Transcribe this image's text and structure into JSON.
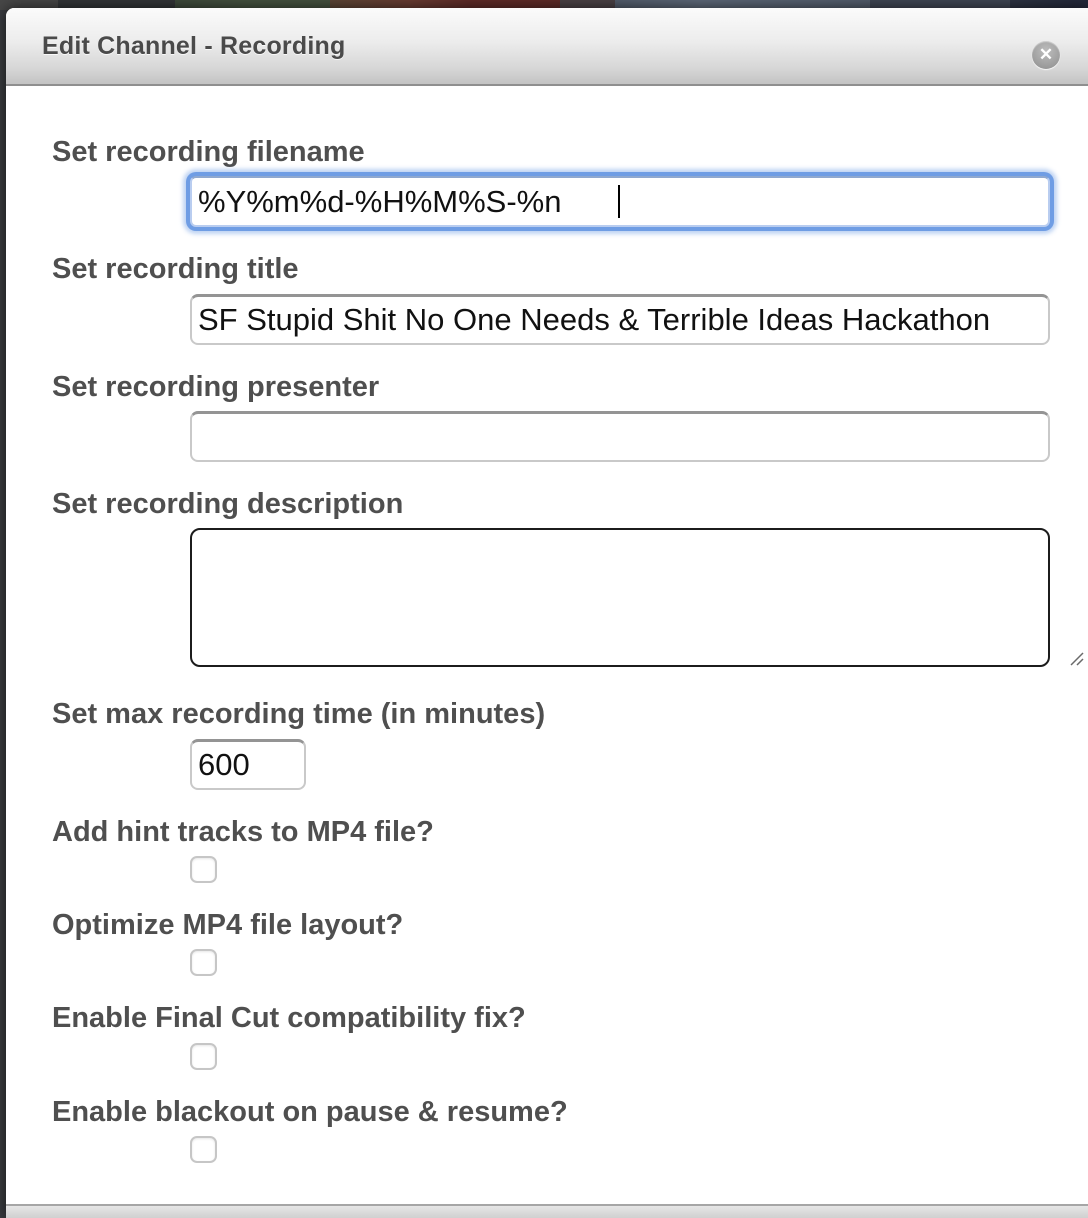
{
  "dialog": {
    "title": "Edit Channel - Recording",
    "close_glyph": "✕",
    "fields": [
      {
        "label": "Set recording filename",
        "type": "text",
        "value": "%Y%m%d-%H%M%S-%n",
        "focused": true
      },
      {
        "label": "Set recording title",
        "type": "text",
        "value": "SF Stupid Shit No One Needs & Terrible Ideas Hackathon",
        "focused": false
      },
      {
        "label": "Set recording presenter",
        "type": "text",
        "value": "",
        "focused": false
      },
      {
        "label": "Set recording description",
        "type": "textarea",
        "value": ""
      },
      {
        "label": "Set max recording time (in minutes)",
        "type": "text",
        "value": "600",
        "focused": false
      },
      {
        "label": "Add hint tracks to MP4 file?",
        "type": "checkbox",
        "checked": false
      },
      {
        "label": "Optimize MP4 file layout?",
        "type": "checkbox",
        "checked": false
      },
      {
        "label": "Enable Final Cut compatibility fix?",
        "type": "checkbox",
        "checked": false
      },
      {
        "label": "Enable blackout on pause & resume?",
        "type": "checkbox",
        "checked": false
      }
    ],
    "colors": {
      "focus_ring": "#6f9de4",
      "label_text": "#4f4f4f",
      "titlebar_top": "#fbfbfb",
      "titlebar_bottom": "#c3c3c3",
      "textarea_border": "#1c1c1c"
    }
  }
}
